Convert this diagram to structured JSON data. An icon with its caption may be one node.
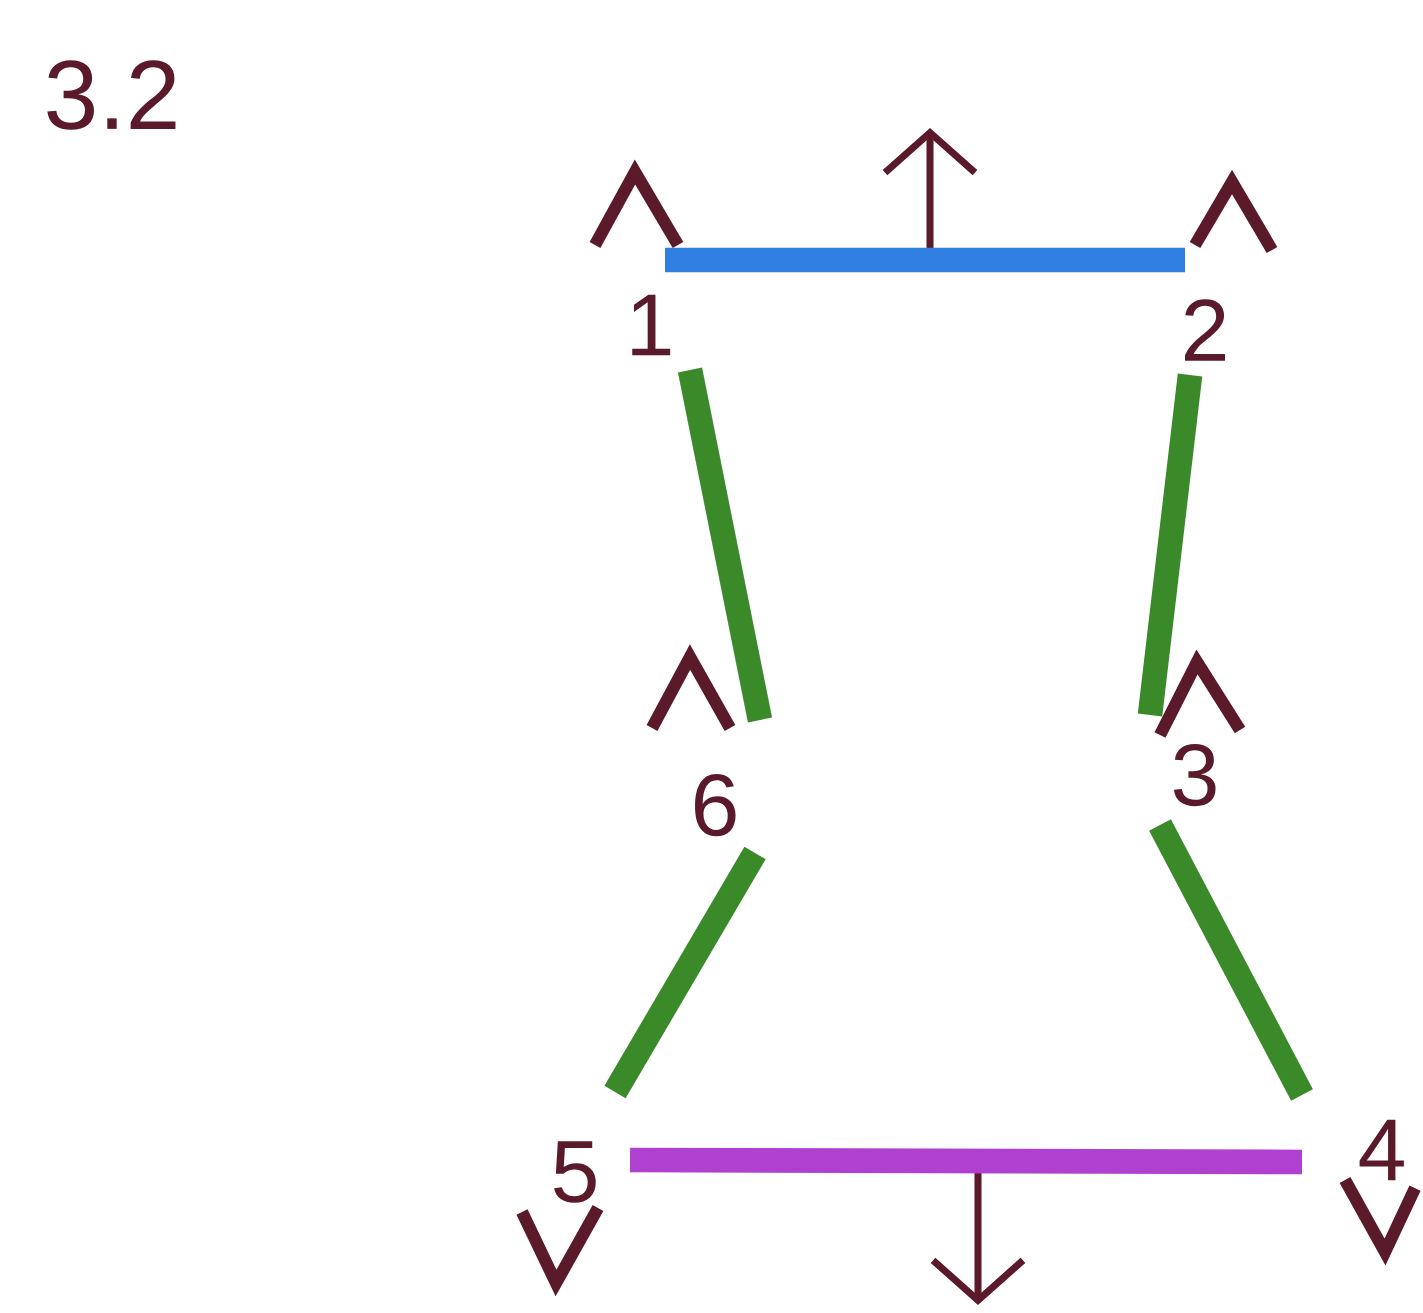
{
  "diagram": {
    "title": "3.2",
    "nodes": [
      {
        "text": [
          "1"
        ]
      },
      {
        "text": [
          "2"
        ]
      },
      {
        "text": [
          "3"
        ]
      },
      {
        "text": [
          "4"
        ]
      },
      {
        "text": [
          "5"
        ]
      },
      {
        "text": [
          "6"
        ]
      }
    ],
    "edges": [
      {
        "from": 0,
        "to": 1,
        "arrow": "none",
        "color": "#2f7fe0"
      },
      {
        "from": 1,
        "to": 2,
        "arrow": "none"
      },
      {
        "from": 2,
        "to": 3,
        "arrow": "none"
      },
      {
        "from": 3,
        "to": 4,
        "arrow": "none",
        "color": "#b040d0"
      },
      {
        "from": 4,
        "to": 5,
        "arrow": "none"
      },
      {
        "from": 5,
        "to": 0,
        "arrow": "none"
      }
    ]
  }
}
